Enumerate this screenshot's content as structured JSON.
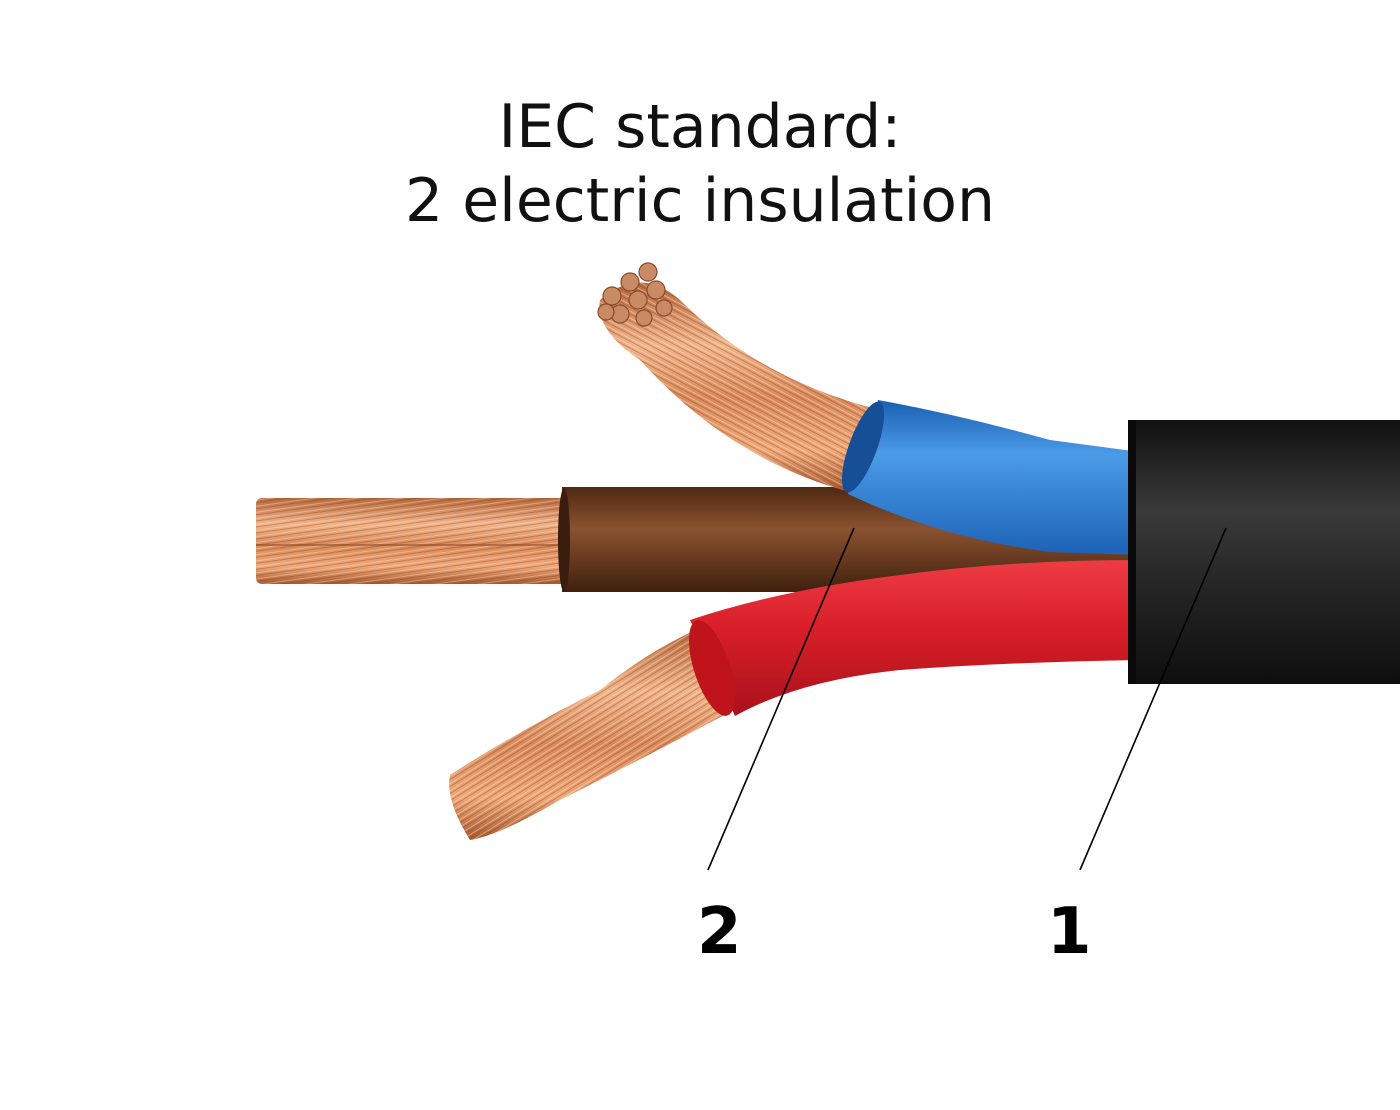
{
  "title": {
    "line1": "IEC standard:",
    "line2": "2 electric insulation"
  },
  "callouts": [
    {
      "label": "2",
      "target": "conductor-insulation"
    },
    {
      "label": "1",
      "target": "outer-sheath"
    }
  ],
  "colors": {
    "outer_sheath": "#1c1c1c",
    "blue_insulation": "#2f7fd0",
    "brown_insulation": "#6b3a1e",
    "red_insulation": "#d81e28",
    "copper": "#d98a5a",
    "leader_line": "#000000"
  }
}
